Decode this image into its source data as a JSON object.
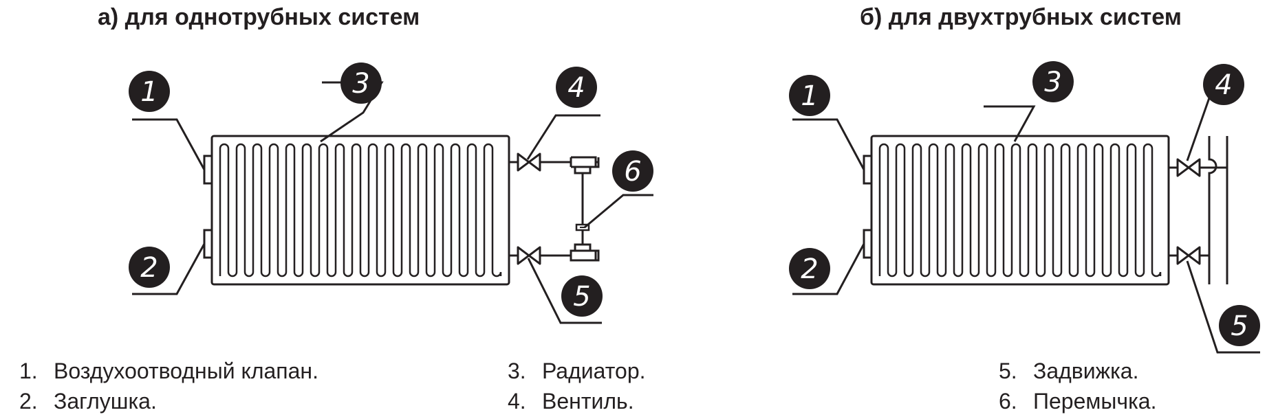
{
  "titles": {
    "single_pipe": "а) для однотрубных систем",
    "two_pipe": "б) для двухтрубных систем"
  },
  "callouts": {
    "a": [
      "1",
      "2",
      "3",
      "4",
      "5",
      "6"
    ],
    "b": [
      "1",
      "2",
      "3",
      "4",
      "5"
    ]
  },
  "legend": [
    {
      "num": "1.",
      "text": "Воздухоотводный клапан."
    },
    {
      "num": "2.",
      "text": "Заглушка."
    },
    {
      "num": "3.",
      "text": "Радиатор."
    },
    {
      "num": "4.",
      "text": "Вентиль."
    },
    {
      "num": "5.",
      "text": "Задвижка."
    },
    {
      "num": "6.",
      "text": "Перемычка."
    }
  ],
  "colors": {
    "ink": "#231f20",
    "background": "#ffffff"
  }
}
